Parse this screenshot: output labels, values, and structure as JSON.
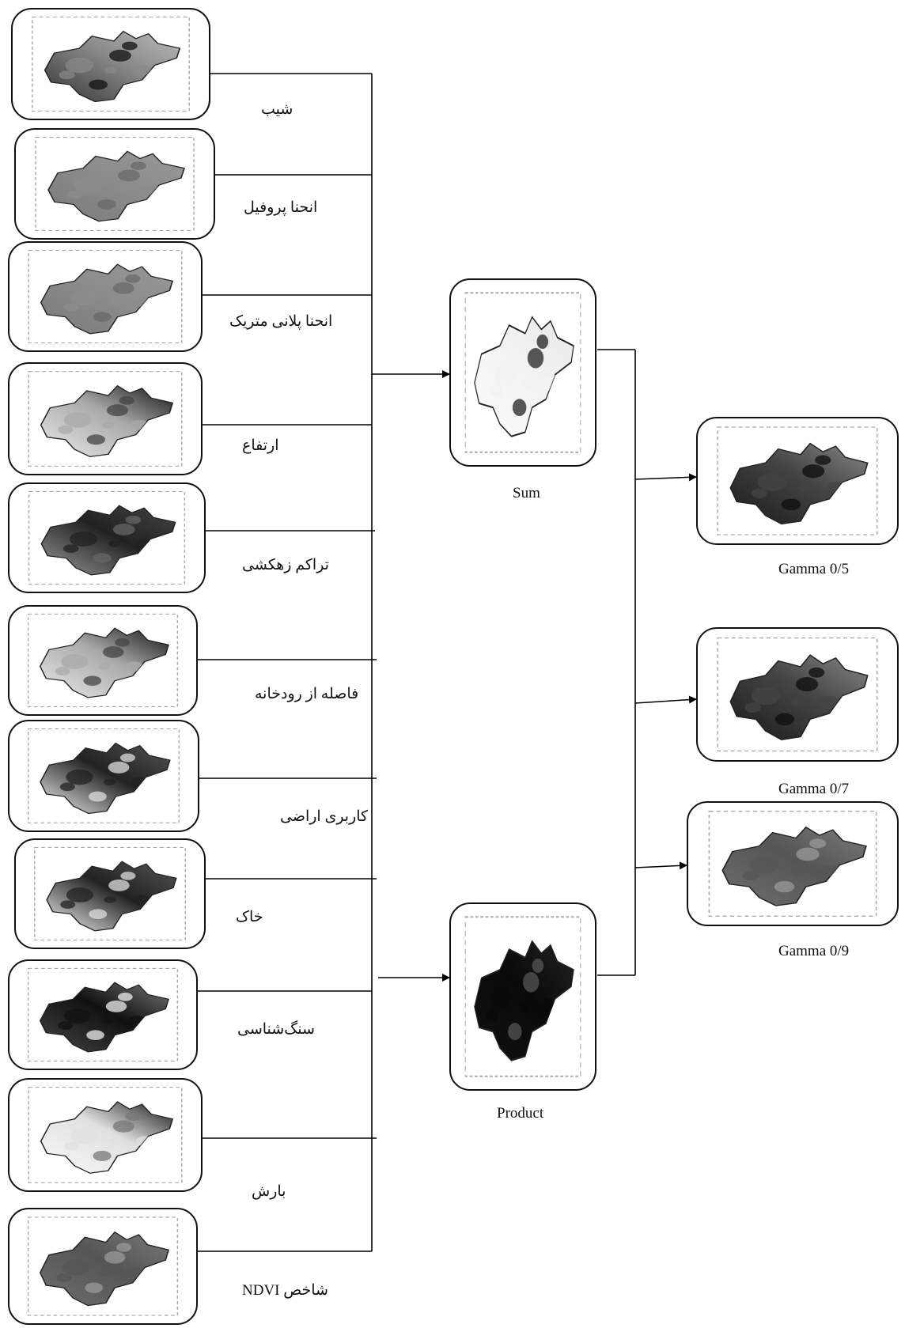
{
  "inputs": [
    {
      "label": "شیب",
      "icon": "slope-map-icon",
      "tone": "mixed-dark"
    },
    {
      "label": "انحنا پروفیل",
      "icon": "profile-curvature-map-icon",
      "tone": "gray"
    },
    {
      "label": "انحنا پلانی متریک",
      "icon": "planimetric-curvature-map-icon",
      "tone": "gray"
    },
    {
      "label": "ارتفاع",
      "icon": "elevation-map-icon",
      "tone": "gradient"
    },
    {
      "label": "تراکم زهکشی",
      "icon": "drainage-density-map-icon",
      "tone": "blotchy"
    },
    {
      "label": "فاصله از رودخانه",
      "icon": "river-distance-map-icon",
      "tone": "gradient"
    },
    {
      "label": "کاربری اراضی",
      "icon": "land-use-map-icon",
      "tone": "light-patchy"
    },
    {
      "label": "خاک",
      "icon": "soil-map-icon",
      "tone": "light-patchy"
    },
    {
      "label": "سنگ‌شناسی",
      "icon": "lithology-map-icon",
      "tone": "dark-patchy"
    },
    {
      "label": "بارش",
      "icon": "precipitation-map-icon",
      "tone": "light-gradient"
    },
    {
      "label": "شاخص NDVI",
      "icon": "ndvi-map-icon",
      "tone": "mid-gray"
    }
  ],
  "operators": [
    {
      "label": "Sum",
      "icon": "fuzzy-sum-map-icon",
      "tone": "mostly-white"
    },
    {
      "label": "Product",
      "icon": "fuzzy-product-map-icon",
      "tone": "mostly-black"
    }
  ],
  "outputs": [
    {
      "label": "Gamma 0/5",
      "icon": "gamma-05-map-icon",
      "tone": "dark"
    },
    {
      "label": "Gamma 0/7",
      "icon": "gamma-07-map-icon",
      "tone": "dark"
    },
    {
      "label": "Gamma 0/9",
      "icon": "gamma-09-map-icon",
      "tone": "mid-gray"
    }
  ]
}
